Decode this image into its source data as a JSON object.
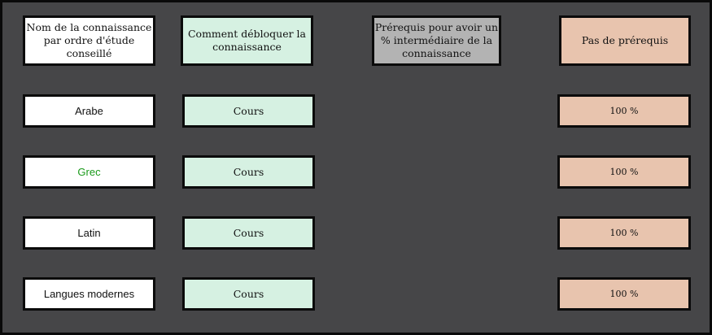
{
  "headers": {
    "name": "Nom de la connaissance par ordre d'étude conseillé",
    "unlock": "Comment débloquer la connaissance",
    "intermediate": "Prérequis pour avoir un % intermédiaire de la connaissance",
    "no_prereq": "Pas de prérequis"
  },
  "rows": [
    {
      "name": "Arabe",
      "unlock": "Cours",
      "no_prereq": "100 %"
    },
    {
      "name": "Grec",
      "unlock": "Cours",
      "no_prereq": "100 %",
      "name_color": "#1a9a1a"
    },
    {
      "name": "Latin",
      "unlock": "Cours",
      "no_prereq": "100 %"
    },
    {
      "name": "Langues modernes",
      "unlock": "Cours",
      "no_prereq": "100 %"
    }
  ]
}
